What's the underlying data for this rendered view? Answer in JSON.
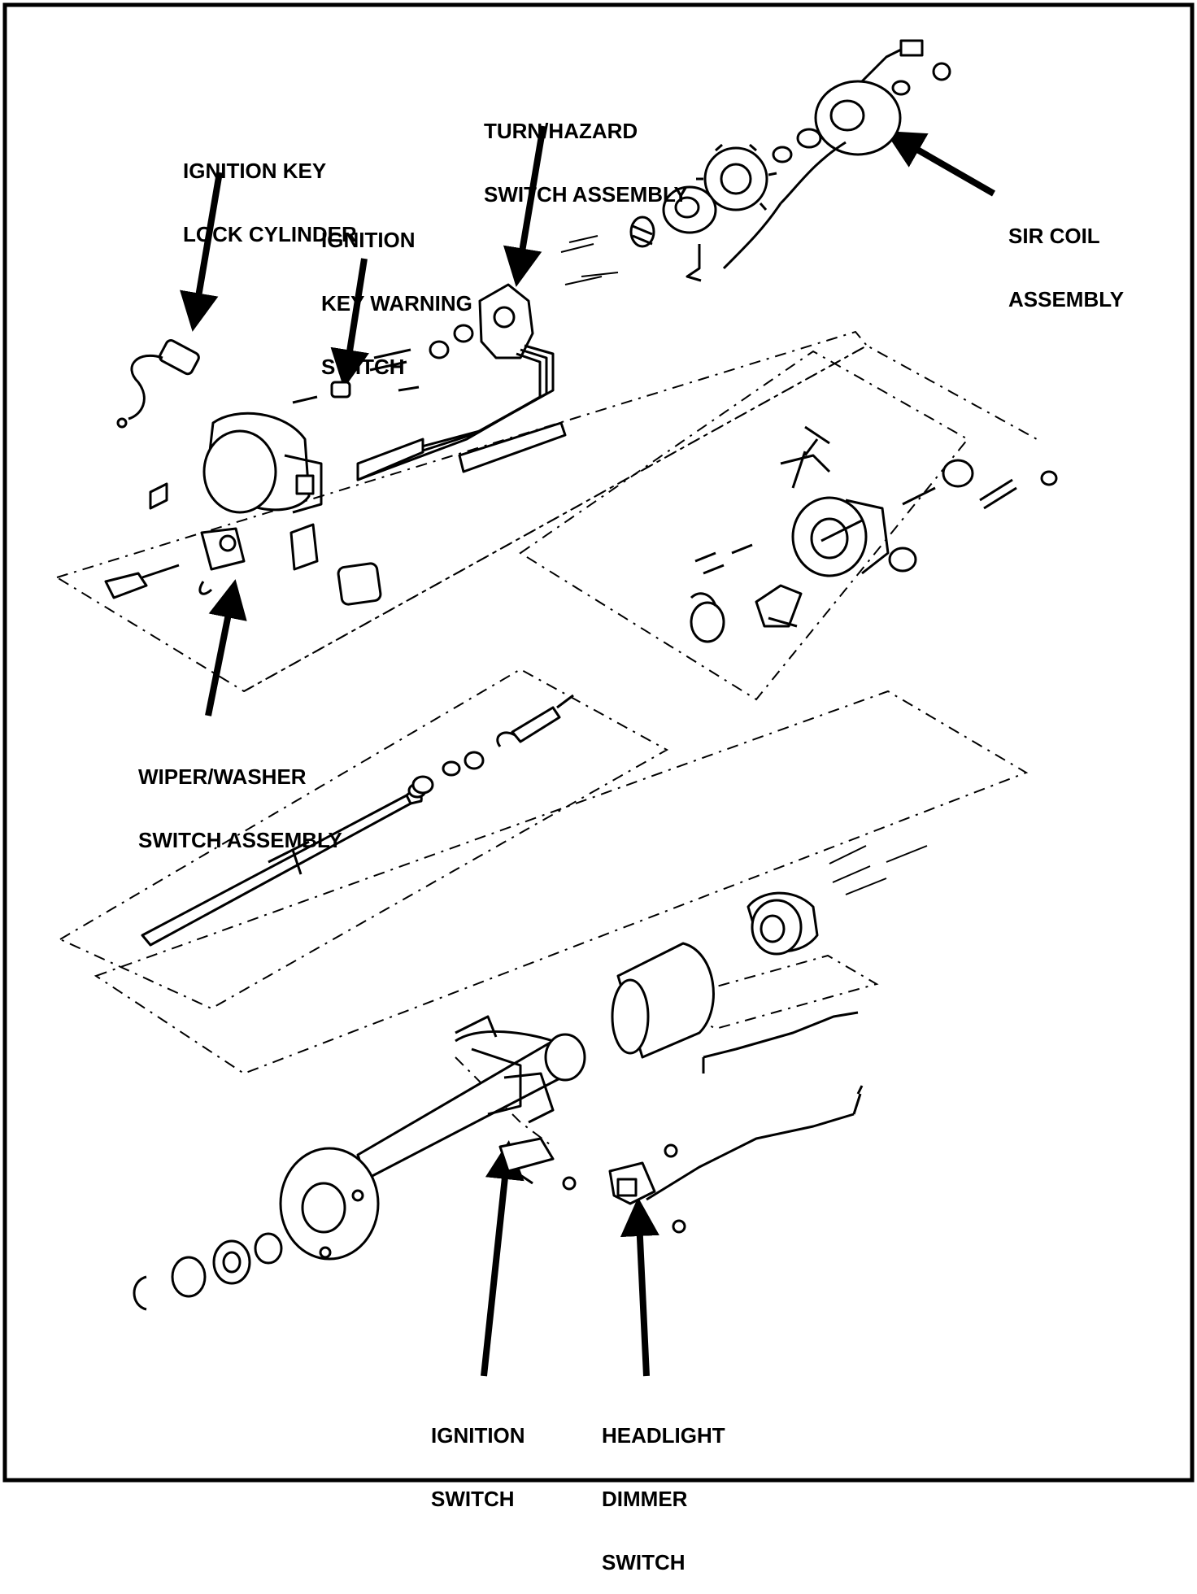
{
  "labels": {
    "ignition_key_lock_cylinder": [
      "IGNITION KEY",
      "LOCK CYLINDER"
    ],
    "ignition_key_warning_switch": [
      "IGNITION",
      "KEY WARNING",
      "SWITCH"
    ],
    "turn_hazard_switch_assembly": [
      "TURN/HAZARD",
      "SWITCH ASSEMBLY"
    ],
    "sir_coil_assembly": [
      "SIR COIL",
      "ASSEMBLY"
    ],
    "wiper_washer_switch_assembly": [
      "WIPER/WASHER",
      "SWITCH ASSEMBLY"
    ],
    "ignition_switch": [
      "IGNITION",
      "SWITCH"
    ],
    "headlight_dimmer_switch": [
      "HEADLIGHT",
      "DIMMER",
      "SWITCH"
    ]
  },
  "colors": {
    "ink": "#000000",
    "paper": "#ffffff"
  }
}
